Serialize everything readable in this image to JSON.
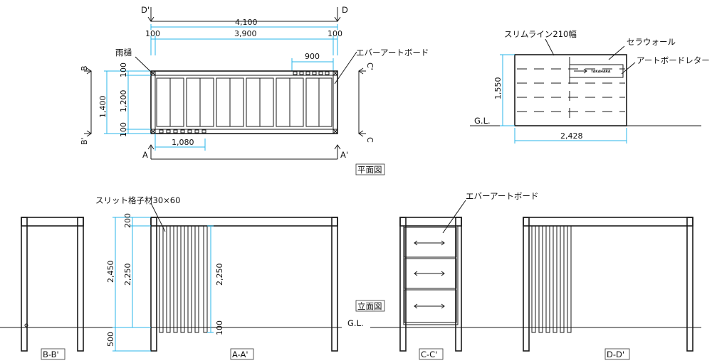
{
  "views": {
    "plan": {
      "title": "平面図",
      "dims": {
        "overall": "4,100",
        "inner": "3,900",
        "end_left": "100",
        "end_right": "100",
        "board": "900",
        "depth": "1,400",
        "depth_inner": "1,200",
        "depth_top": "100",
        "depth_bottom": "100",
        "module": "1,080"
      },
      "labels": {
        "gutter": "雨樋",
        "board": "エバーアートボード"
      },
      "section_marks": {
        "d_left": "D'",
        "d_right": "D",
        "b_top": "B",
        "b_bottom": "B'",
        "c_top": "C'",
        "c_bottom": "C",
        "a_left": "A",
        "a_right": "A'"
      }
    },
    "sign": {
      "labels": {
        "slimline": "スリムライン210幅",
        "ceraw": "セラウォール",
        "letter": "アートボードレター"
      },
      "dims": {
        "height": "1,550",
        "width": "2,428"
      },
      "gl": "G.L.",
      "brand": "TAKAHARA"
    },
    "elevation": {
      "title": "立面図",
      "labels": {
        "slit": "スリット格子材30×60",
        "board": "エバーアートボード"
      },
      "dims": {
        "top": "200",
        "total": "2,450",
        "clear": "2,250",
        "clear2": "2,250",
        "below": "500",
        "below2": "100"
      },
      "gl": "G.L.",
      "sections": [
        "B-B'",
        "A-A'",
        "C-C'",
        "D-D'"
      ]
    }
  },
  "colors": {
    "line": "#1a1a1a",
    "dimension": "#29b6e8"
  }
}
